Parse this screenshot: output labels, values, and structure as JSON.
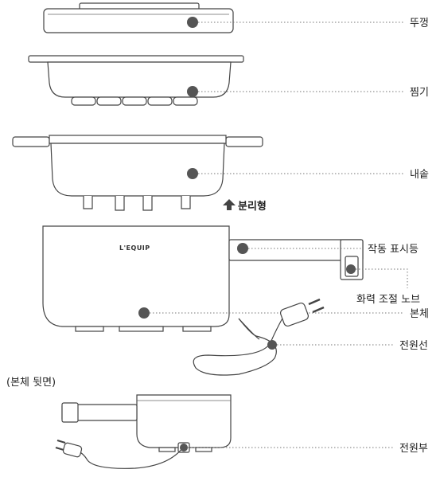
{
  "labels": {
    "lid": "뚜껑",
    "steamer": "찜기",
    "inner_pot": "내솥",
    "detachable": "분리형",
    "indicator": "작동 표시등",
    "heat_knob": "화력 조절 노브",
    "body": "본체",
    "power_cord": "전원선",
    "rear_view": "(본체 뒷면)",
    "power_port": "전원부"
  },
  "brand": "L'EQUIP",
  "colors": {
    "line": "#444444",
    "dot": "#555555",
    "text": "#222222"
  }
}
